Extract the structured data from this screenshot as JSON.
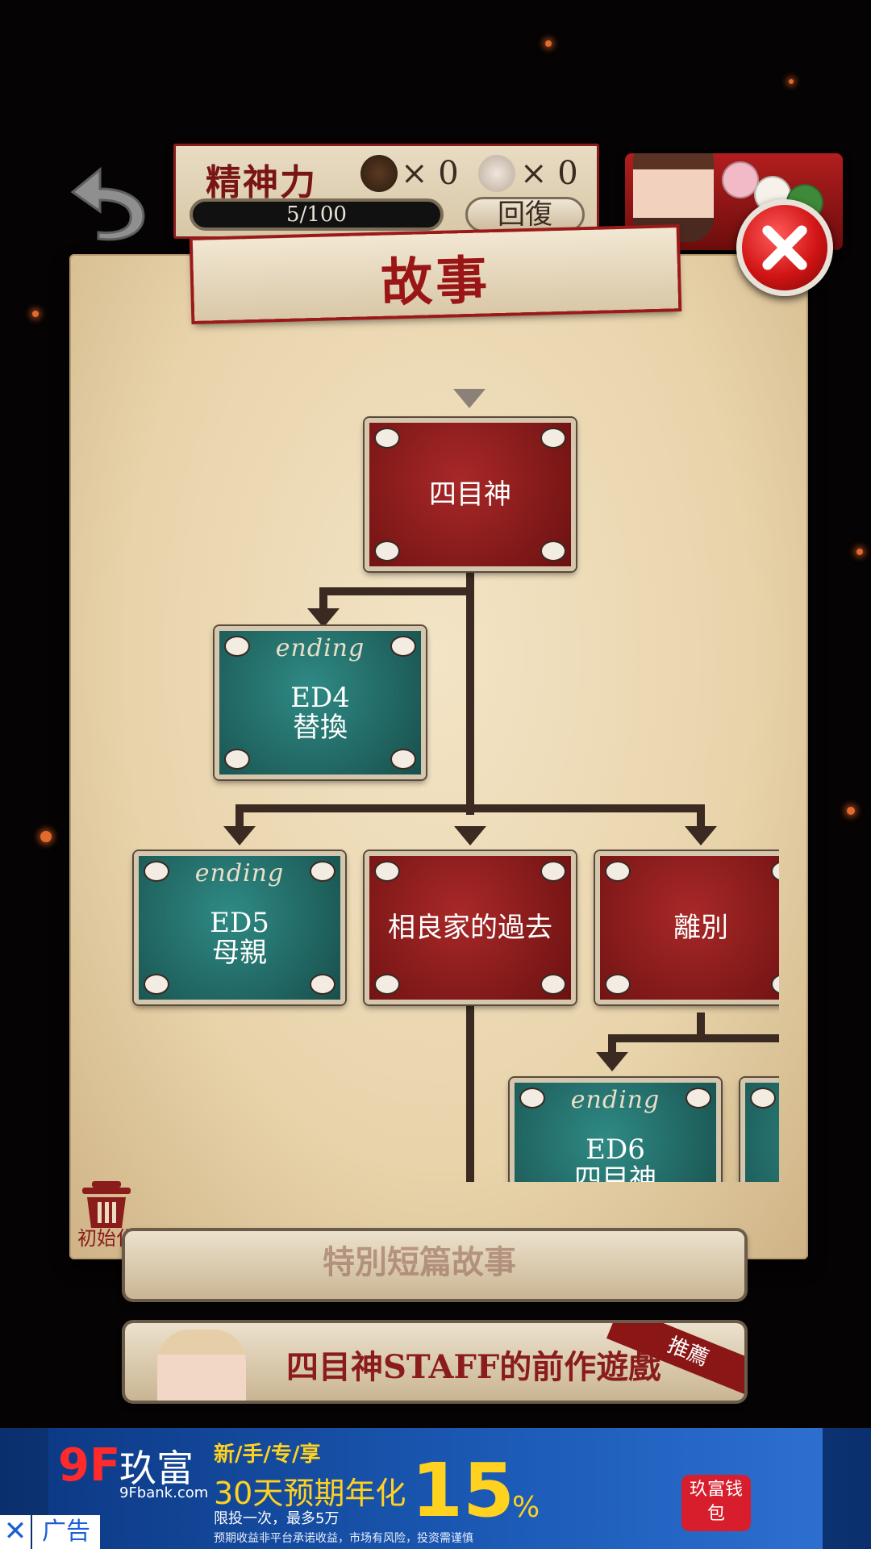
{
  "hud": {
    "stamina_label": "精神力",
    "item1_count": "× 0",
    "item2_count": "× 0",
    "stamina_value": "5/100",
    "recover_label": "回復"
  },
  "title": "故事",
  "tree": {
    "nodes": [
      {
        "id": "root",
        "type": "chapter",
        "label": "四目神"
      },
      {
        "id": "ed4",
        "type": "ending",
        "ending_tag": "ending",
        "code": "ED4",
        "label": "替換"
      },
      {
        "id": "ed5",
        "type": "ending",
        "ending_tag": "ending",
        "code": "ED5",
        "label": "母親"
      },
      {
        "id": "past",
        "type": "chapter",
        "label": "相良家的過去"
      },
      {
        "id": "parting",
        "type": "chapter",
        "label": "離別"
      },
      {
        "id": "ed6",
        "type": "ending",
        "ending_tag": "ending",
        "code": "ED6",
        "label": "四目神"
      }
    ]
  },
  "reset_label": "初始化",
  "menu": {
    "special_label": "特別短篇故事",
    "prev_game_label": "四目神STAFF的前作遊戲",
    "recommend_badge": "推薦"
  },
  "ad": {
    "logo": "9F",
    "brand": "玖富",
    "site": "9Fbank.com",
    "tag": "新/手/专/享",
    "main": "30天预期年化",
    "rate": "15",
    "percent": "%",
    "sub": "限投一次，最多5万",
    "note": "预期收益非平台承诺收益，市场有风险，投资需谨慎",
    "badge": "玖富钱包",
    "label": "广告",
    "close": "✕"
  },
  "colors": {
    "chapter_red": "#8a1c1c",
    "ending_green": "#226b67",
    "accent_red": "#9a1616"
  }
}
